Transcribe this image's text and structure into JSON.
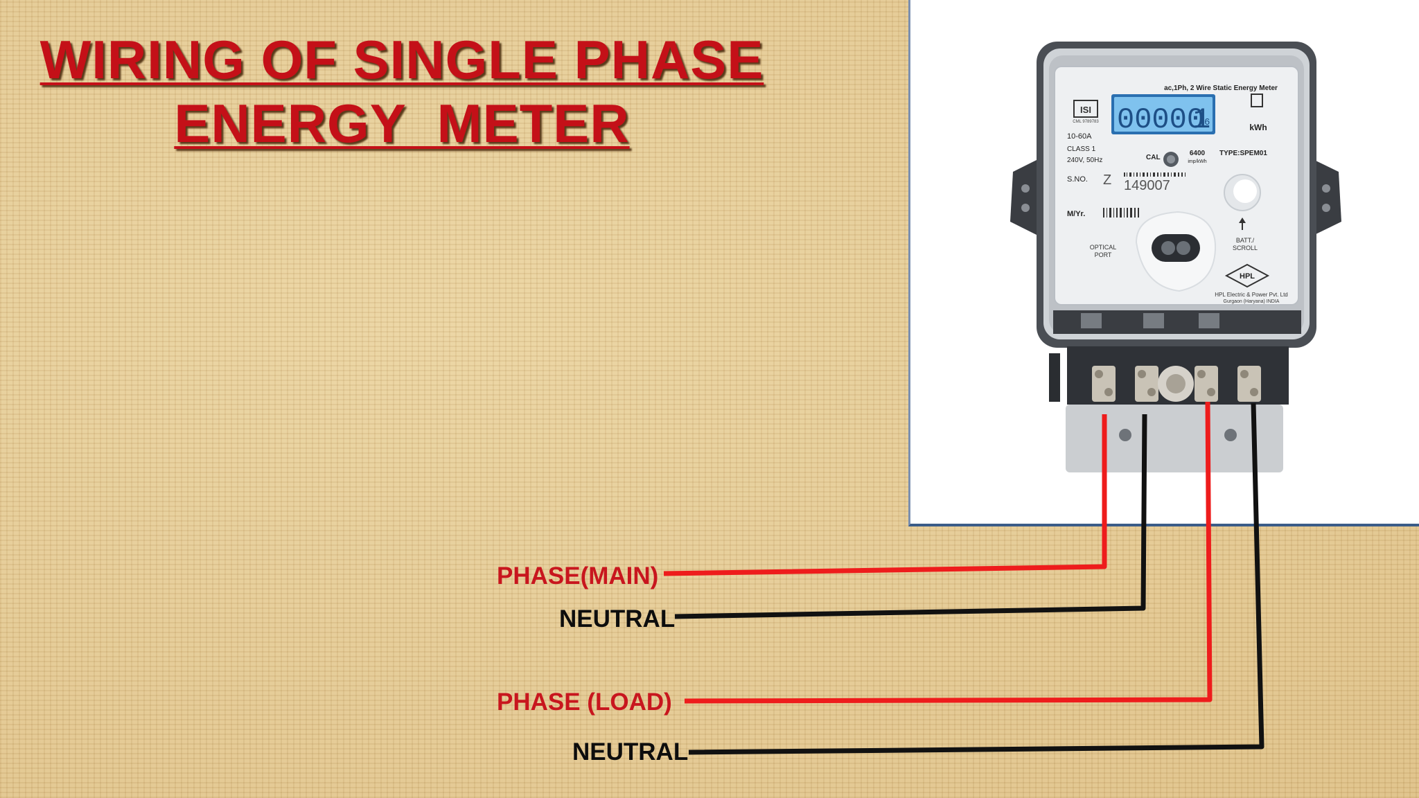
{
  "title": {
    "line1": "WIRING OF SINGLE PHASE",
    "line2": "ENERGY  METER"
  },
  "colors": {
    "title": "#c41018",
    "phase_wire": "#ee1c1c",
    "neutral_wire": "#111111",
    "background": "#e3c892"
  },
  "wire_labels": {
    "phase_main": "PHASE(MAIN)",
    "neutral_1": "NEUTRAL",
    "phase_load": "PHASE (LOAD)",
    "neutral_2": "NEUTRAL"
  },
  "meter": {
    "header": "ac,1Ph, 2 Wire Static Energy Meter",
    "display_digits": "00000",
    "display_last_digit": "1",
    "display_small": "6",
    "unit": "kWh",
    "current_rating": "10-60A",
    "class": "CLASS 1",
    "voltage": "240V, 50Hz",
    "cal_label": "CAL",
    "pulse_rate": "6400",
    "pulse_unit": "imp/kWh",
    "type": "TYPE:SPEM01",
    "sno_label": "S.NO.",
    "sno_prefix": "Z",
    "serial": "149007",
    "mfg_label": "M/Yr.",
    "optical_port_line1": "OPTICAL",
    "optical_port_line2": "PORT",
    "batt_line1": "BATT./",
    "batt_line2": "SCROLL",
    "brand": "HPL",
    "maker_line1": "HPL Electric & Power Pvt. Ltd",
    "maker_line2": "Gurgaon (Haryana) INDIA",
    "cml": "CML 9789783"
  }
}
